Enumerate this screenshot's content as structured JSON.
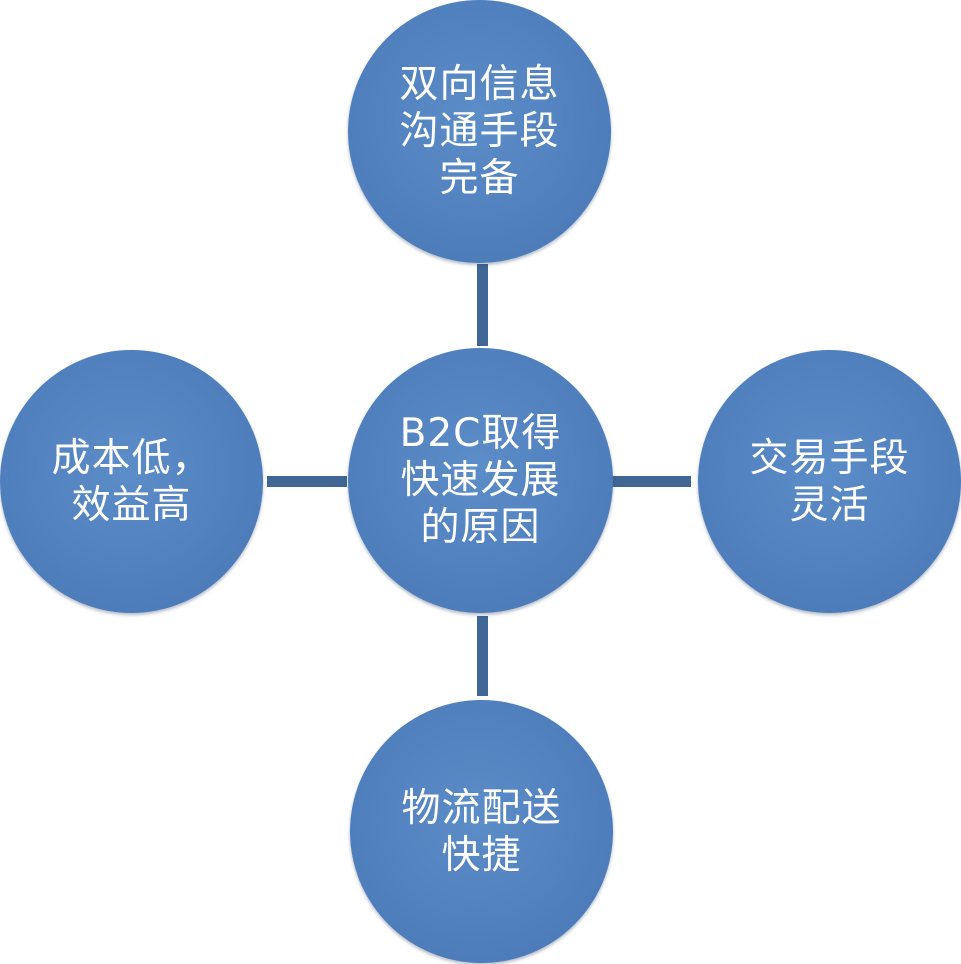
{
  "diagram": {
    "center": {
      "label": "B2C取得\n快速发展\n的原因"
    },
    "top": {
      "label": "双向信息\n沟通手段\n完备"
    },
    "right": {
      "label": "交易手段\n灵活"
    },
    "bottom": {
      "label": "物流配送\n快捷"
    },
    "left": {
      "label": "成本低，\n效益高"
    }
  },
  "colors": {
    "node_fill": "#507fbd",
    "connector": "#3f6694",
    "text": "#ffffff",
    "background": "#ffffff"
  }
}
